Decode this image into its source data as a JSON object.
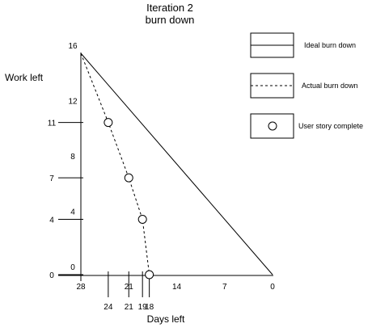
{
  "chart_data": {
    "type": "line",
    "title": [
      "Iteration 2",
      "burn down"
    ],
    "xlabel": "Days left",
    "ylabel": "Work left",
    "xlim": [
      28,
      0
    ],
    "ylim": [
      0,
      16
    ],
    "x_ticks": [
      28,
      21,
      14,
      7,
      0
    ],
    "y_ticks": [
      16,
      12,
      8,
      4,
      0
    ],
    "y_tick_notes": [
      11,
      7,
      4,
      0
    ],
    "x_tick_notes": [
      24,
      21,
      19,
      18
    ],
    "series": [
      {
        "name": "Ideal burn down",
        "style": "solid",
        "x": [
          28,
          0
        ],
        "y": [
          16,
          0
        ]
      },
      {
        "name": "Actual burn down",
        "style": "dashed",
        "x": [
          28,
          24,
          21,
          19,
          18
        ],
        "y": [
          16,
          11,
          7,
          4,
          0
        ]
      }
    ],
    "markers": {
      "name": "User story complete",
      "x": [
        24,
        21,
        19,
        18
      ],
      "y": [
        11,
        7,
        4,
        0
      ]
    },
    "legend": [
      "Ideal burn down",
      "Actual burn down",
      "User story complete"
    ],
    "legend_placement": "top-right",
    "colors": {
      "line": "#000000",
      "background": "#ffffff"
    }
  }
}
